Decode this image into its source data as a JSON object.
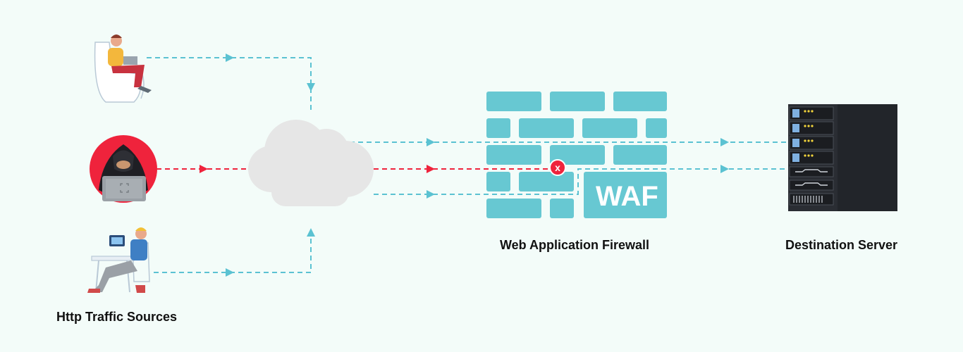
{
  "labels": {
    "sources": "Http Traffic Sources",
    "waf_caption": "Web Application Firewall",
    "server_caption": "Destination Server",
    "waf_badge": "WAF",
    "block_marker": "x"
  },
  "colors": {
    "background": "#f3fcf9",
    "legit_traffic": "#5bc2d2",
    "malicious_traffic": "#ef233c",
    "firewall": "#67c8d2",
    "cloud": "#e6e6e6",
    "server": "#2a2d33"
  },
  "nodes": [
    {
      "id": "user-relaxed",
      "role": "legitimate-source",
      "icon": "person-with-laptop-in-armchair"
    },
    {
      "id": "attacker",
      "role": "malicious-source",
      "icon": "hooded-hacker-with-laptop"
    },
    {
      "id": "user-tablet",
      "role": "legitimate-source",
      "icon": "person-with-tablet-at-desk"
    },
    {
      "id": "cloud",
      "role": "internet",
      "icon": "cloud-icon"
    },
    {
      "id": "waf",
      "role": "firewall",
      "icon": "brick-wall-icon"
    },
    {
      "id": "server",
      "role": "destination",
      "icon": "server-rack-icon"
    }
  ],
  "edges": [
    {
      "from": "user-relaxed",
      "to": "cloud",
      "type": "legitimate"
    },
    {
      "from": "attacker",
      "to": "cloud",
      "type": "malicious"
    },
    {
      "from": "user-tablet",
      "to": "cloud",
      "type": "legitimate"
    },
    {
      "from": "cloud",
      "to": "server",
      "type": "legitimate",
      "via": "waf"
    },
    {
      "from": "cloud",
      "to": "waf",
      "type": "malicious",
      "blocked": true
    },
    {
      "from": "cloud",
      "to": "server",
      "type": "legitimate",
      "via": "waf"
    }
  ]
}
